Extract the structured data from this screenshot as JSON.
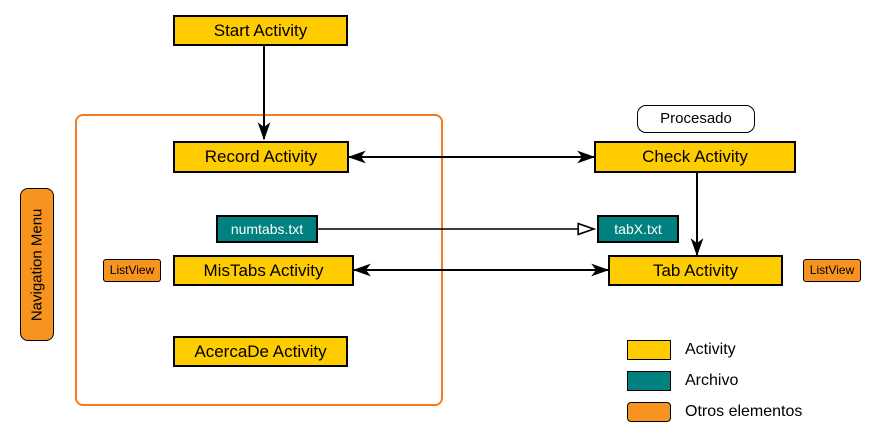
{
  "diagram": {
    "title": "Android app activity flow diagram",
    "colors": {
      "activity_fill": "#ffcc00",
      "file_fill": "#00807e",
      "other_fill": "#f79420",
      "container_stroke": "#f47b20",
      "node_stroke": "#000000",
      "note_fill": "#ffffff",
      "background": "#ffffff"
    },
    "nodes": {
      "start_activity": "Start Activity",
      "record_activity": "Record Activity",
      "check_activity": "Check Activity",
      "mistabs_activity": "MisTabs Activity",
      "tab_activity": "Tab Activity",
      "acercade_activity": "AcercaDe Activity",
      "numtabs_file": "numtabs.txt",
      "tabx_file": "tabX.txt",
      "procesado_note": "Procesado",
      "navigation_menu": "Navigation Menu",
      "listview_left": "ListView",
      "listview_right": "ListView"
    },
    "legend": {
      "items": [
        {
          "label": "Activity",
          "swatch": "sw-activity",
          "icon": "yellow-square-icon"
        },
        {
          "label": "Archivo",
          "swatch": "sw-file",
          "icon": "teal-square-icon"
        },
        {
          "label": "Otros elementos",
          "swatch": "sw-other",
          "icon": "orange-rounded-square-icon"
        }
      ]
    },
    "edges": [
      {
        "from": "Start Activity",
        "to": "Record Activity",
        "type": "arrow-down"
      },
      {
        "from": "Record Activity",
        "to": "Check Activity",
        "type": "double-arrow"
      },
      {
        "from": "numtabs.txt",
        "to": "tabX.txt",
        "type": "hollow-arrow"
      },
      {
        "from": "Check Activity",
        "to": "Tab Activity",
        "type": "arrow-down"
      },
      {
        "from": "MisTabs Activity",
        "to": "Tab Activity",
        "type": "double-arrow"
      }
    ]
  }
}
